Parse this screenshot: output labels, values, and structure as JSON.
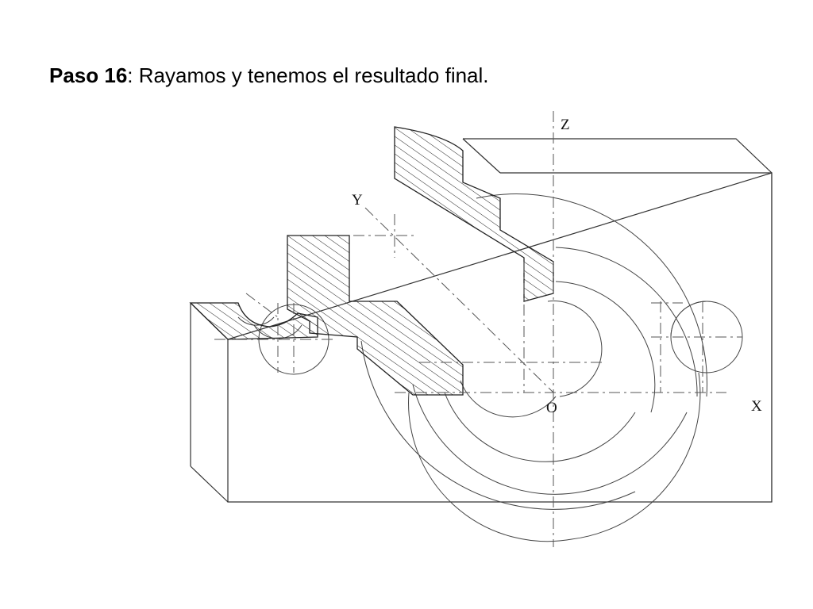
{
  "slide": {
    "title_bold": "Paso 16",
    "title_rest": ": Rayamos y tenemos el resultado final."
  },
  "axes": {
    "z": "Z",
    "y": "Y",
    "x": "X",
    "origin": "O"
  }
}
